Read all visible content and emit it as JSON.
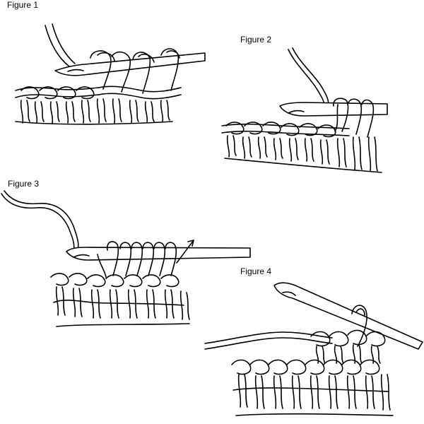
{
  "figures": [
    {
      "caption": "Figure 1"
    },
    {
      "caption": "Figure 2"
    },
    {
      "caption": "Figure 3"
    },
    {
      "caption": "Figure 4"
    }
  ],
  "icons": {
    "hook": "crochet-hook-icon",
    "yarn": "yarn-strand-icon",
    "arrow": "direction-arrow-icon"
  },
  "colors": {
    "line": "#000000",
    "background": "#ffffff"
  }
}
